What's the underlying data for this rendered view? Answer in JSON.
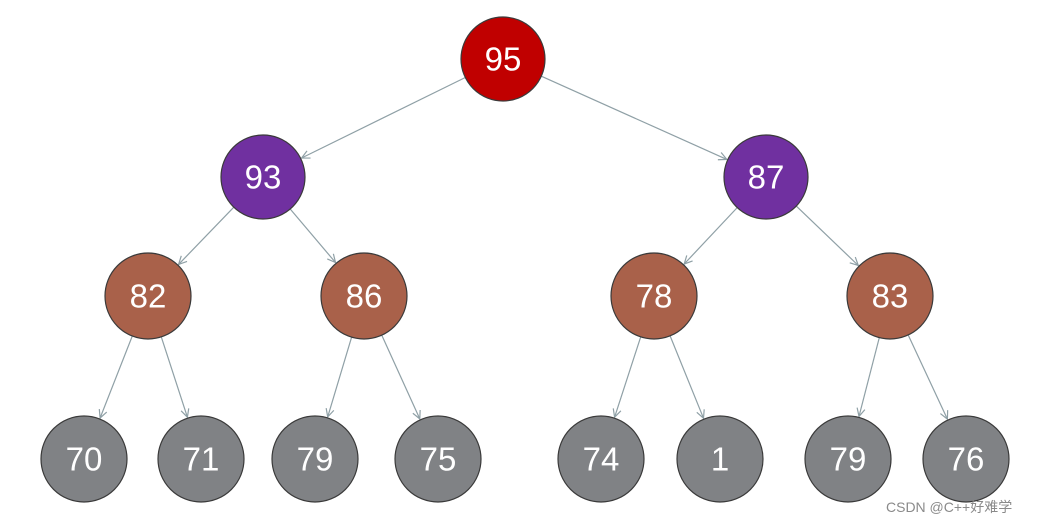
{
  "colors": {
    "root": "#c00000",
    "level1": "#7030a0",
    "level2": "#a9614a",
    "leaf": "#808285",
    "edge": "#8fa0a6",
    "label": "#ffffff"
  },
  "tree": {
    "nodes": [
      {
        "id": "n0",
        "value": "95",
        "level": 0,
        "parent": null
      },
      {
        "id": "n1",
        "value": "93",
        "level": 1,
        "parent": "n0"
      },
      {
        "id": "n2",
        "value": "87",
        "level": 1,
        "parent": "n0"
      },
      {
        "id": "n3",
        "value": "82",
        "level": 2,
        "parent": "n1"
      },
      {
        "id": "n4",
        "value": "86",
        "level": 2,
        "parent": "n1"
      },
      {
        "id": "n5",
        "value": "78",
        "level": 2,
        "parent": "n2"
      },
      {
        "id": "n6",
        "value": "83",
        "level": 2,
        "parent": "n2"
      },
      {
        "id": "n7",
        "value": "70",
        "level": 3,
        "parent": "n3"
      },
      {
        "id": "n8",
        "value": "71",
        "level": 3,
        "parent": "n3"
      },
      {
        "id": "n9",
        "value": "79",
        "level": 3,
        "parent": "n4"
      },
      {
        "id": "n10",
        "value": "75",
        "level": 3,
        "parent": "n4"
      },
      {
        "id": "n11",
        "value": "74",
        "level": 3,
        "parent": "n5"
      },
      {
        "id": "n12",
        "value": "1",
        "level": 3,
        "parent": "n5"
      },
      {
        "id": "n13",
        "value": "79",
        "level": 3,
        "parent": "n6"
      },
      {
        "id": "n14",
        "value": "76",
        "level": 3,
        "parent": "n6"
      }
    ]
  },
  "watermark": "CSDN @C++好难学"
}
